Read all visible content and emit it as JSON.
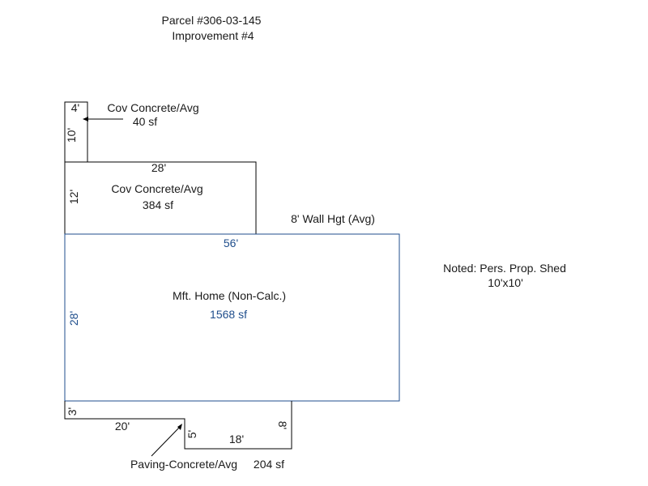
{
  "header": {
    "parcel": "Parcel #306-03-145",
    "improvement": "Improvement #4"
  },
  "colors": {
    "main_outline": "#1f4e8c",
    "main_text": "#1f4e8c",
    "other_outline": "#000000",
    "text": "#1a1a1a"
  },
  "areas": {
    "cov_small": {
      "label": "Cov Concrete/Avg",
      "area": "40 sf",
      "dim_width": "4'",
      "dim_height": "10'"
    },
    "cov_large": {
      "label": "Cov Concrete/Avg",
      "area": "384 sf",
      "dim_width": "28'",
      "dim_height": "12'"
    },
    "main": {
      "label": "Mft. Home (Non-Calc.)",
      "area": "1568 sf",
      "dim_width": "56'",
      "dim_height": "28'",
      "wall_height": "8' Wall Hgt (Avg)"
    },
    "paving": {
      "label": "Paving-Concrete/Avg",
      "area": "204 sf",
      "dim_top_left": "20'",
      "dim_left": "3'",
      "dim_step": "5'",
      "dim_bottom": "18'",
      "dim_right": "8'"
    }
  },
  "note": {
    "line1": "Noted: Pers. Prop. Shed",
    "line2": "10'x10'"
  }
}
